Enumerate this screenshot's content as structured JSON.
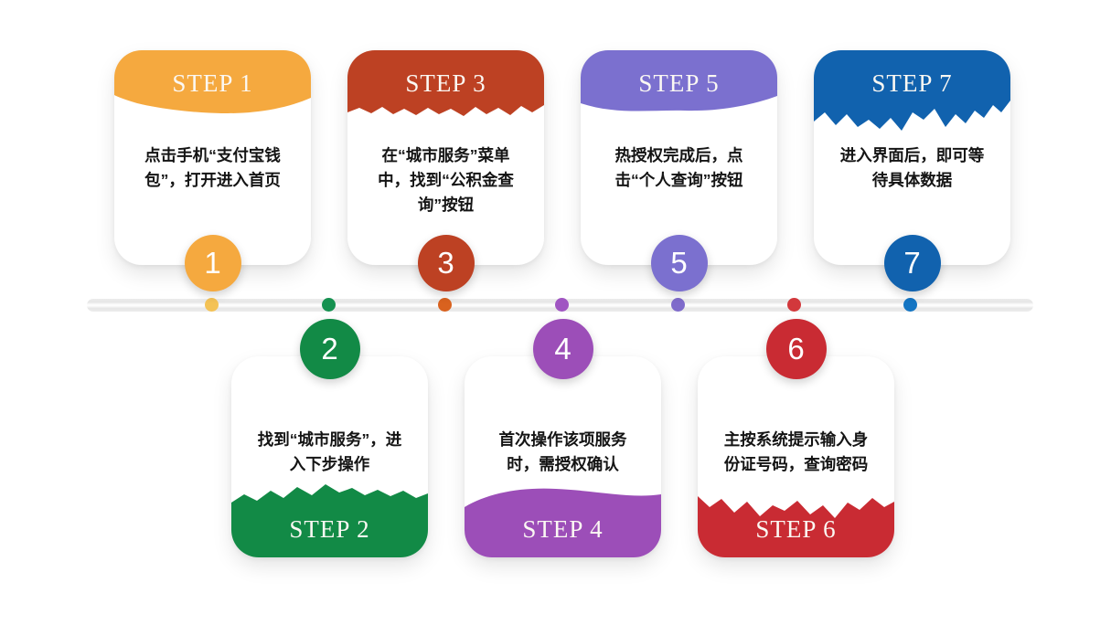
{
  "page": {
    "background": "#ffffff"
  },
  "timeline": {
    "bar_color": "#ececec",
    "dot_count": 7
  },
  "steps": [
    {
      "number": "1",
      "step_label": "STEP 1",
      "text": "点击手机“支付宝钱包”，打开进入首页",
      "color": "#F5A93F",
      "dot_color": "#F4C255",
      "position": "top"
    },
    {
      "number": "2",
      "step_label": "STEP 2",
      "text": "找到“城市服务”，进入下步操作",
      "color": "#128A46",
      "dot_color": "#159150",
      "position": "bottom"
    },
    {
      "number": "3",
      "step_label": "STEP 3",
      "text": "在“城市服务”菜单中，找到“公积金查询”按钮",
      "color": "#BD4123",
      "dot_color": "#D9621F",
      "position": "top"
    },
    {
      "number": "4",
      "step_label": "STEP 4",
      "text": "首次操作该项服务时，需授权确认",
      "color": "#9C4EB8",
      "dot_color": "#A055C2",
      "position": "bottom"
    },
    {
      "number": "5",
      "step_label": "STEP 5",
      "text": "热授权完成后，点击“个人查询”按钮",
      "color": "#7B70CF",
      "dot_color": "#7F6BCB",
      "position": "top"
    },
    {
      "number": "6",
      "step_label": "STEP 6",
      "text": "主按系统提示输入身份证号码，查询密码",
      "color": "#C92B33",
      "dot_color": "#D2383C",
      "position": "bottom"
    },
    {
      "number": "7",
      "step_label": "STEP 7",
      "text": "进入界面后，即可等待具体数据",
      "color": "#1162AE",
      "dot_color": "#1475C3",
      "position": "top"
    }
  ]
}
